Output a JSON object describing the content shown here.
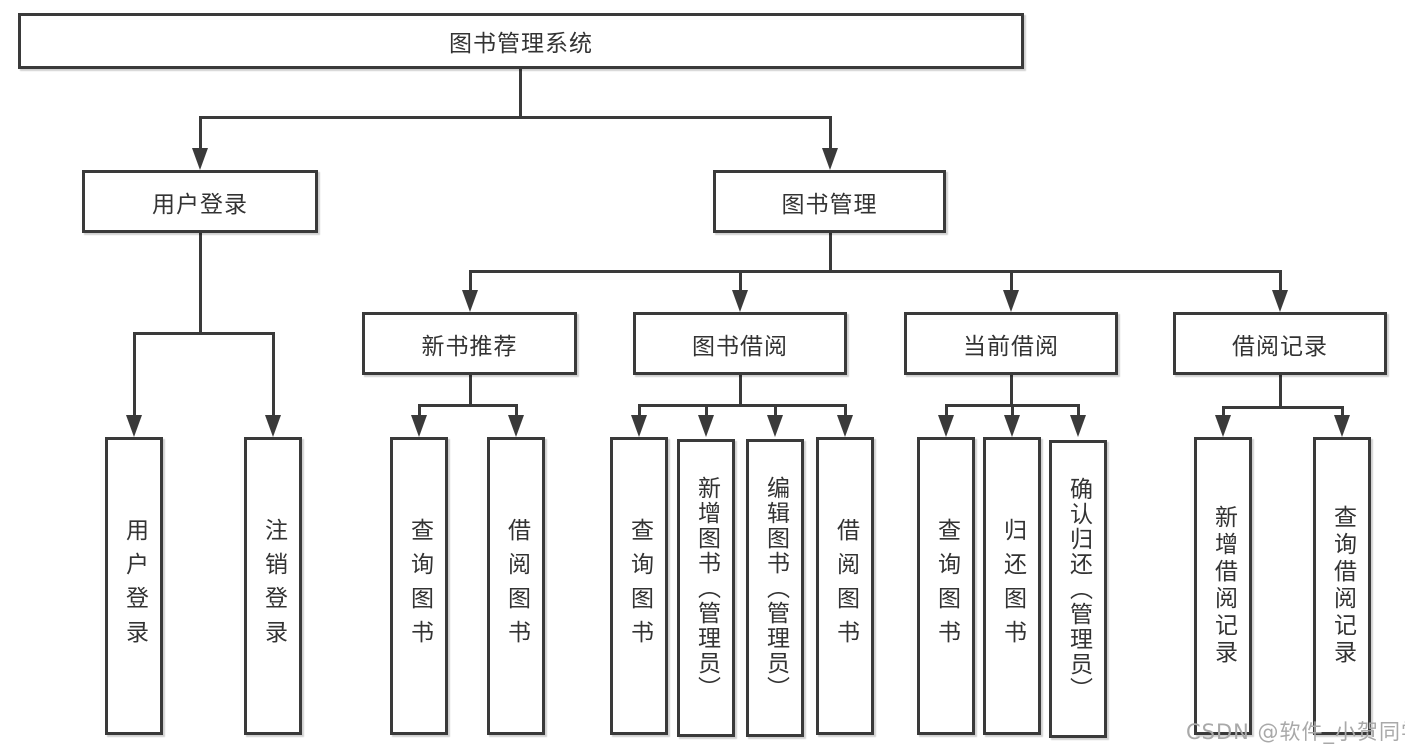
{
  "diagram": {
    "title": "图书管理系统",
    "watermark": "CSDN @软件_小贺同学",
    "colors": {
      "background": "#ffffff",
      "box_fill": "#ffffff",
      "box_border": "#3a3a3a",
      "line": "#3a3a3a",
      "text": "#333333",
      "watermark": "#a9a9a9"
    },
    "tree": {
      "label": "图书管理系统",
      "children": [
        {
          "label": "用户登录",
          "children": [
            {
              "label": "用户登录"
            },
            {
              "label": "注销登录"
            }
          ]
        },
        {
          "label": "图书管理",
          "children": [
            {
              "label": "新书推荐",
              "children": [
                {
                  "label": "查询图书"
                },
                {
                  "label": "借阅图书"
                }
              ]
            },
            {
              "label": "图书借阅",
              "children": [
                {
                  "label": "查询图书"
                },
                {
                  "label": "新增图书（管理员）"
                },
                {
                  "label": "编辑图书（管理员）"
                },
                {
                  "label": "借阅图书"
                }
              ]
            },
            {
              "label": "当前借阅",
              "children": [
                {
                  "label": "查询图书"
                },
                {
                  "label": "归还图书"
                },
                {
                  "label": "确认归还（管理员）"
                }
              ]
            },
            {
              "label": "借阅记录",
              "children": [
                {
                  "label": "新增借阅记录"
                },
                {
                  "label": "查询借阅记录"
                }
              ]
            }
          ]
        }
      ]
    }
  }
}
